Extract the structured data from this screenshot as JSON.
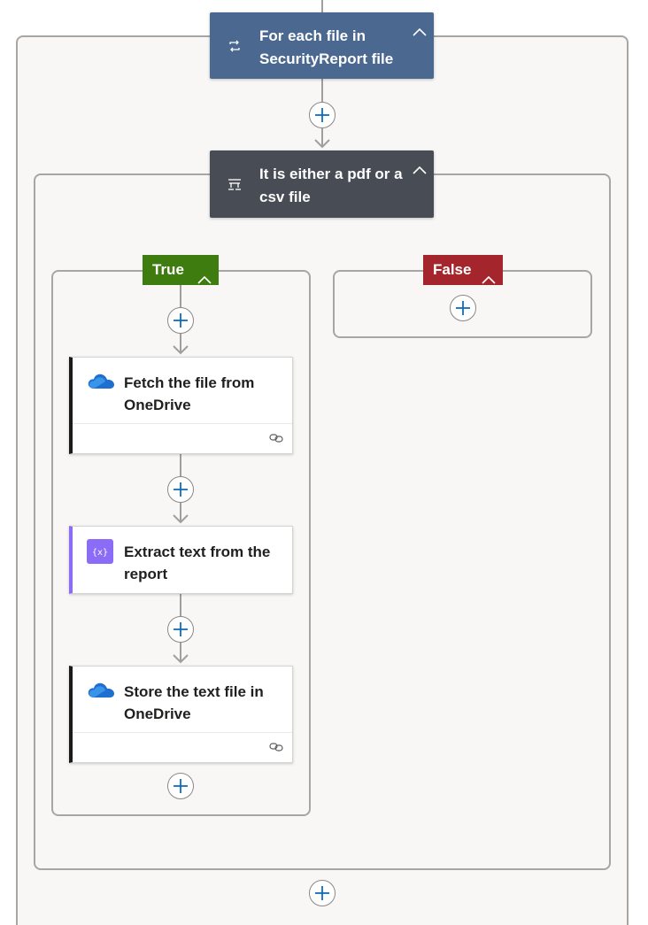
{
  "flow": {
    "foreach": {
      "title": "For each file in SecurityReport file",
      "color": "#4a6890",
      "icon": "loop-icon"
    },
    "condition": {
      "title": "It is either a pdf or a csv file",
      "color": "#474c55",
      "icon": "condition-icon"
    },
    "true_branch": {
      "label": "True",
      "color": "#3f7c0f",
      "actions": [
        {
          "title": "Fetch the file from OneDrive",
          "icon": "onedrive-icon",
          "has_footer": true
        },
        {
          "title": "Extract text from the report",
          "icon": "data-operation-icon",
          "accent": "#8b6cf6"
        },
        {
          "title": "Store the text file in OneDrive",
          "icon": "onedrive-icon",
          "has_footer": true
        }
      ]
    },
    "false_branch": {
      "label": "False",
      "color": "#a4262c"
    }
  },
  "colors": {
    "scope_border": "#a8a6a4",
    "scope_fill": "#f8f7f6",
    "connector": "#a19f9d",
    "plus_icon": "#0f6cbd"
  }
}
